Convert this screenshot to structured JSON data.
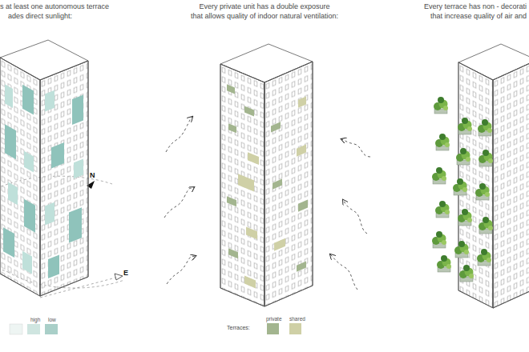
{
  "diagram": {
    "labels": [
      "s at least one autonomous terrace",
      "ades direct sunlight:",
      "Every private unit has a double exposure",
      "that allows quality of indoor natural ventilation:",
      "Every terrace has non - decorati",
      "that increase quality of air and",
      "N",
      "E",
      "Terraces:"
    ],
    "legend": [
      {
        "text": "high",
        "color": "#cfe5e0"
      },
      {
        "text": "low",
        "color": "#a9cfc8"
      },
      {
        "text": "private",
        "color": "#a3b58f"
      },
      {
        "text": "shared",
        "color": "#cfd0a6"
      }
    ]
  }
}
